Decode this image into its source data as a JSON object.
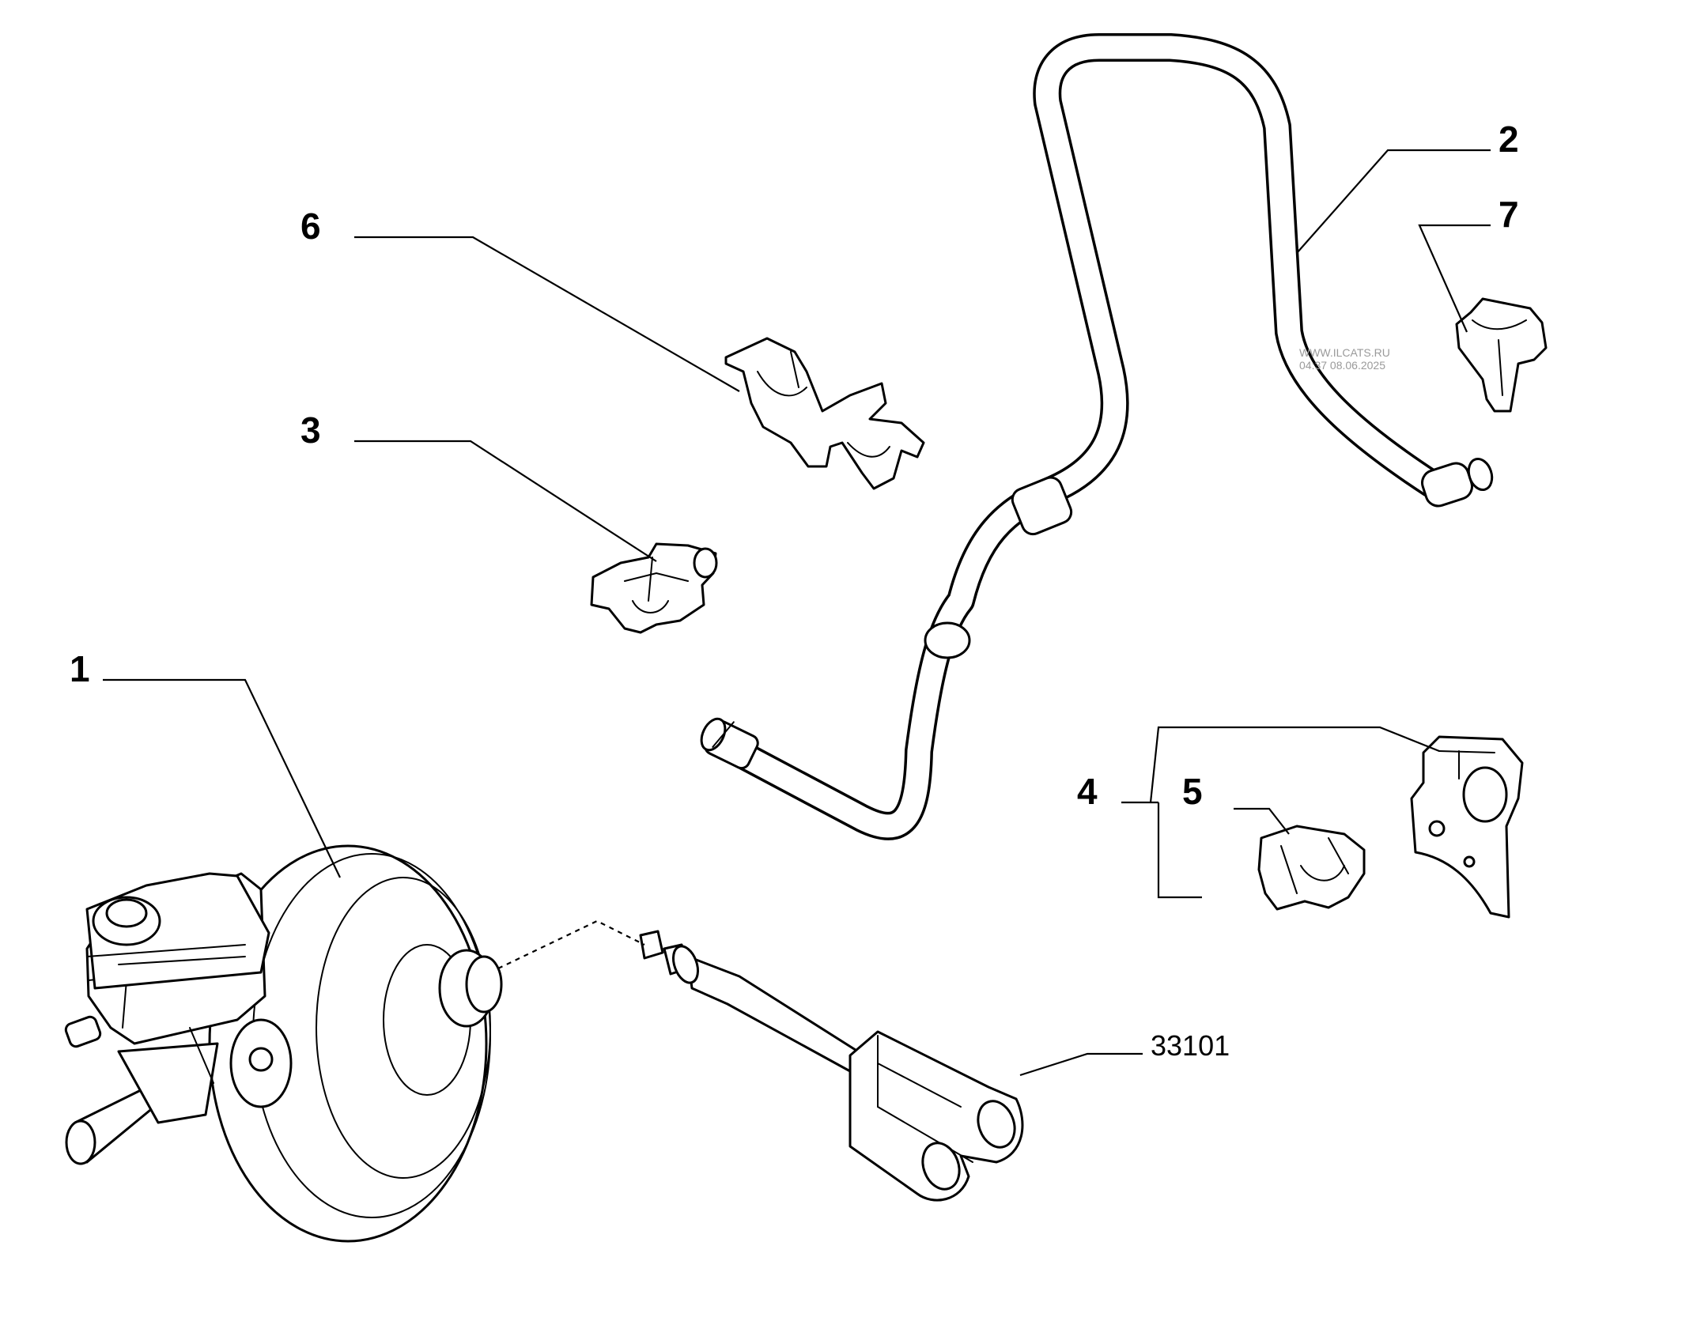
{
  "callouts": {
    "c1": "1",
    "c2": "2",
    "c3": "3",
    "c4": "4",
    "c5": "5",
    "c6": "6",
    "c7": "7",
    "part_number": "33101"
  },
  "watermark": {
    "line1": "WWW.ILCATS.RU",
    "line2": "04:37 08.06.2025"
  }
}
